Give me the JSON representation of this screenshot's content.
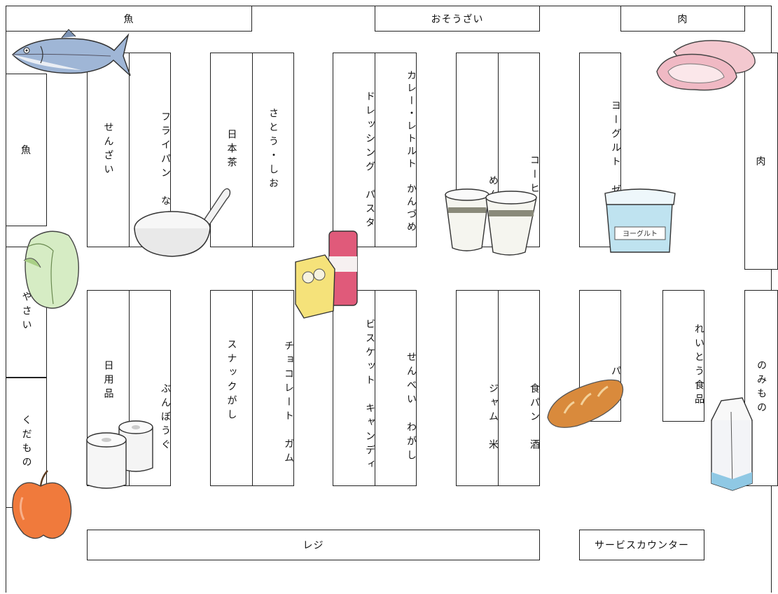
{
  "top_sections": {
    "fish": "魚",
    "deli": "おそうざい",
    "meat": "肉"
  },
  "side_sections": {
    "fish": "魚",
    "vegetables": "やさい",
    "fruit": "くだもの",
    "meat": "肉",
    "drinks": "のみもの"
  },
  "aisles": {
    "senzai": "せんざい",
    "frypan": "フライパン　なべ",
    "nihoncha": "日本茶",
    "sato_shio": "さとう・しお",
    "dressing": "ドレッシング　パスタ",
    "curry": "カレー・レトルト　かんづめ",
    "men": "めん",
    "coffee": "コーヒー",
    "yogurt": "ヨーグルト　ゼリー",
    "nichiyohin": "日用品",
    "bunbogu": "ぶんぼうぐ",
    "snack": "スナックがし",
    "chocolate": "チョコレート　ガム",
    "biscuit": "ビスケット　キャンディ",
    "senbei": "せんべい　わがし",
    "jam": "ジャム　米",
    "shokupan": "食パン　酒",
    "pan": "パン",
    "reitou": "れいとう食品"
  },
  "bottom": {
    "register": "レジ",
    "service_counter": "サービスカウンター"
  },
  "illustrations": {
    "fish": "fish-icon",
    "frypan": "frying-pan-icon",
    "cup_noodles": "cup-noodle-icon",
    "yogurt": "yogurt-icon",
    "meat": "meat-icon",
    "cabbage": "cabbage-icon",
    "biscuit_box": "biscuit-box-icon",
    "toilet_paper": "toilet-paper-icon",
    "bread": "bread-icon",
    "milk": "milk-carton-icon",
    "apple": "apple-icon",
    "yogurt_label": "ヨーグルト"
  }
}
